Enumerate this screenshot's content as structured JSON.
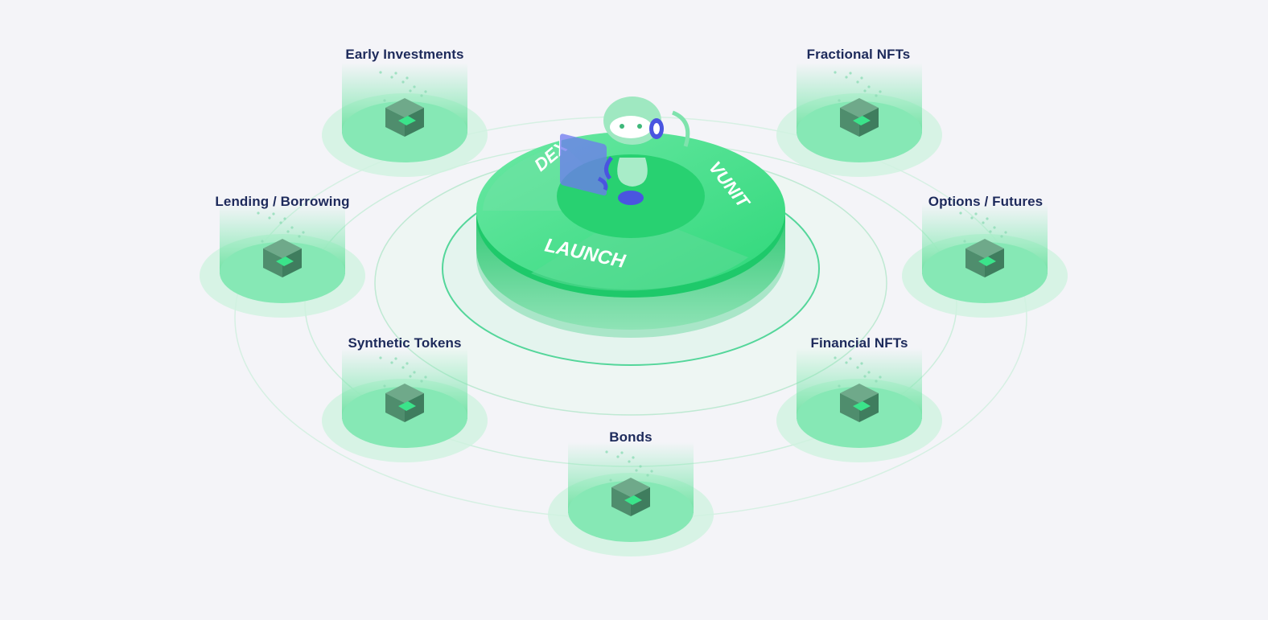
{
  "hub": {
    "segments": [
      "DEX",
      "VUNIT",
      "LAUNCH"
    ]
  },
  "nodes": [
    {
      "id": "early-investments",
      "label": "Early Investments",
      "icon": "early-investments-icon"
    },
    {
      "id": "fractional-nfts",
      "label": "Fractional NFTs",
      "icon": "fractional-nfts-icon"
    },
    {
      "id": "lending-borrowing",
      "label": "Lending / Borrowing",
      "icon": "lending-borrowing-icon"
    },
    {
      "id": "options-futures",
      "label": "Options / Futures",
      "icon": "options-futures-icon"
    },
    {
      "id": "synthetic-tokens",
      "label": "Synthetic Tokens",
      "icon": "synthetic-tokens-icon"
    },
    {
      "id": "financial-nfts",
      "label": "Financial NFTs",
      "icon": "financial-nfts-icon"
    },
    {
      "id": "bonds",
      "label": "Bonds",
      "icon": "bonds-icon"
    }
  ],
  "colors": {
    "background": "#f4f4f8",
    "label_text": "#1d2a5b",
    "accent_green": "#2fd87a",
    "icon_dark": "#3f7d5e",
    "icon_light": "#3be38a",
    "mascot_blue": "#4a55e0"
  }
}
